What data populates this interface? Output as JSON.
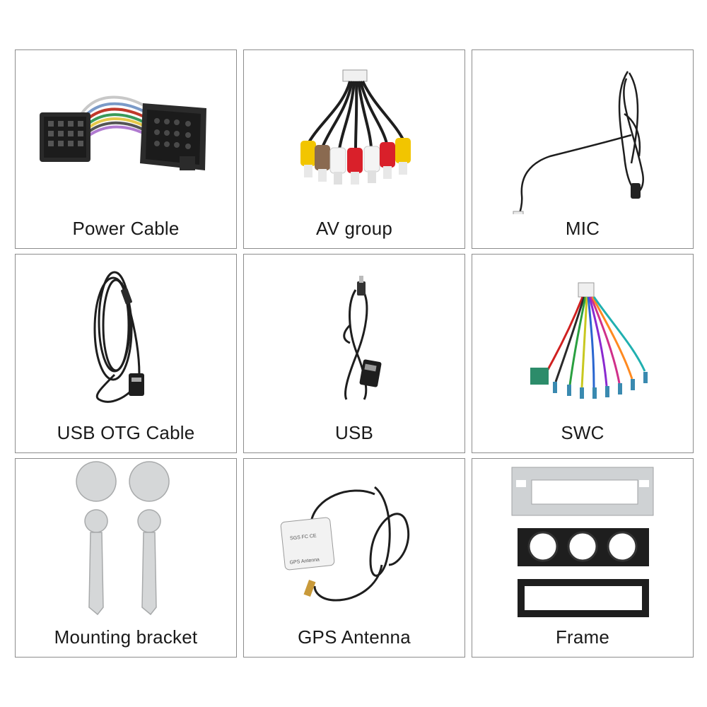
{
  "items": [
    {
      "label": "Power Cable"
    },
    {
      "label": "AV group"
    },
    {
      "label": "MIC"
    },
    {
      "label": "USB OTG Cable"
    },
    {
      "label": "USB"
    },
    {
      "label": "SWC"
    },
    {
      "label": "Mounting bracket"
    },
    {
      "label": "GPS Antenna"
    },
    {
      "label": "Frame"
    }
  ],
  "gps_module_text": {
    "line1": "GPS Antenna",
    "line2": "SGS FC CE"
  },
  "colors": {
    "border": "#8c8c8c",
    "text": "#1a1a1a",
    "connector_black": "#222222",
    "rca_yellow": "#f2c500",
    "rca_red": "#d9202a",
    "rca_white": "#f4f4f4",
    "rca_brown": "#8a6a50",
    "frame_silver": "#cfd2d4",
    "tool_silver": "#d5d7d8",
    "gps_cable_gold": "#c99a3a"
  }
}
